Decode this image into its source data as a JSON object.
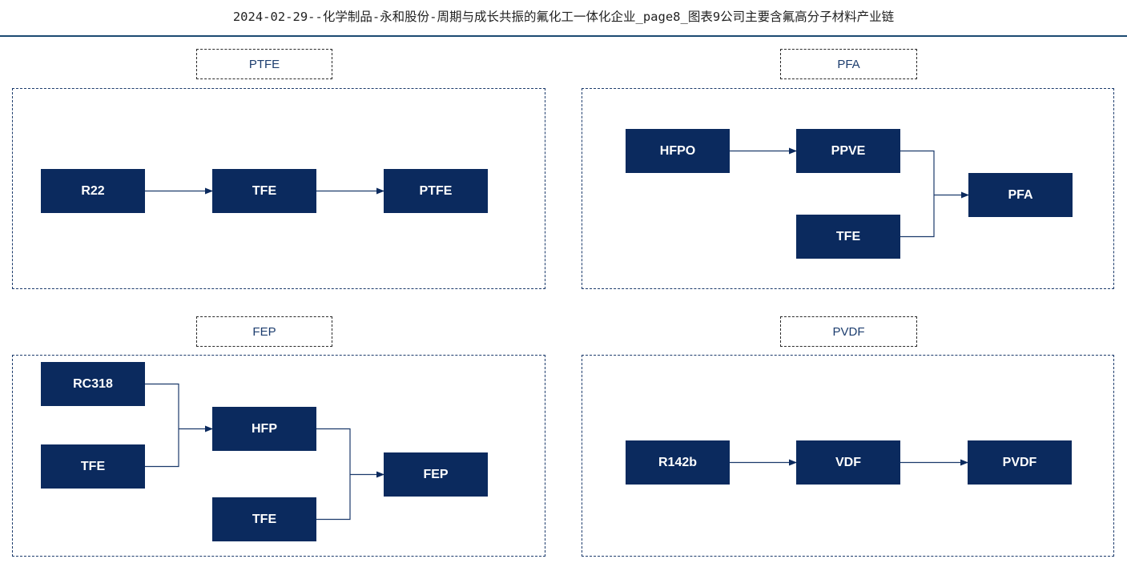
{
  "header": {
    "title": "2024-02-29--化学制品-永和股份-周期与成长共振的氟化工一体化企业_page8_图表9公司主要含氟高分子材料产业链"
  },
  "panels": {
    "ptfe": {
      "label": "PTFE",
      "nodes": {
        "r22": "R22",
        "tfe": "TFE",
        "ptfe": "PTFE"
      }
    },
    "pfa": {
      "label": "PFA",
      "nodes": {
        "hfpo": "HFPO",
        "ppve": "PPVE",
        "tfe": "TFE",
        "pfa": "PFA"
      }
    },
    "fep": {
      "label": "FEP",
      "nodes": {
        "rc318": "RC318",
        "tfe1": "TFE",
        "hfp": "HFP",
        "tfe2": "TFE",
        "fep": "FEP"
      }
    },
    "pvdf": {
      "label": "PVDF",
      "nodes": {
        "r142b": "R142b",
        "vdf": "VDF",
        "pvdf": "PVDF"
      }
    }
  },
  "colors": {
    "node_fill": "#0b2a5e",
    "panel_border": "#1b3a6b",
    "header_rule": "#1c4a72"
  }
}
